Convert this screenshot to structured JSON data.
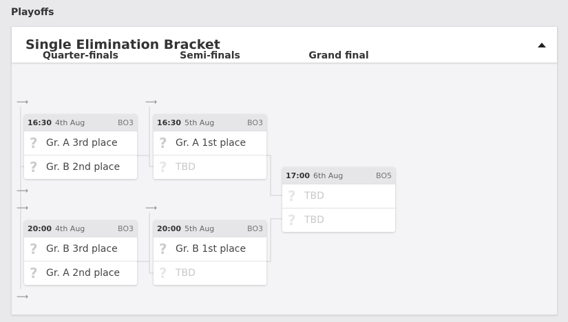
{
  "section_title": "Playoffs",
  "bracket": {
    "title": "Single Elimination Bracket",
    "collapse_icon": "caret-up-icon",
    "rounds": [
      "Quarter-finals",
      "Semi-finals",
      "Grand final"
    ],
    "matches": [
      {
        "time": "16:30",
        "date": "4th Aug",
        "format": "BO3",
        "teams": [
          "Gr. A 3rd place",
          "Gr. B 2nd place"
        ],
        "tbd": [
          false,
          false
        ]
      },
      {
        "time": "20:00",
        "date": "4th Aug",
        "format": "BO3",
        "teams": [
          "Gr. B 3rd place",
          "Gr. A 2nd place"
        ],
        "tbd": [
          false,
          false
        ]
      },
      {
        "time": "16:30",
        "date": "5th Aug",
        "format": "BO3",
        "teams": [
          "Gr. A 1st place",
          "TBD"
        ],
        "tbd": [
          false,
          true
        ]
      },
      {
        "time": "20:00",
        "date": "5th Aug",
        "format": "BO3",
        "teams": [
          "Gr. B 1st place",
          "TBD"
        ],
        "tbd": [
          false,
          true
        ]
      },
      {
        "time": "17:00",
        "date": "6th Aug",
        "format": "BO5",
        "teams": [
          "TBD",
          "TBD"
        ],
        "tbd": [
          true,
          true
        ]
      }
    ]
  }
}
